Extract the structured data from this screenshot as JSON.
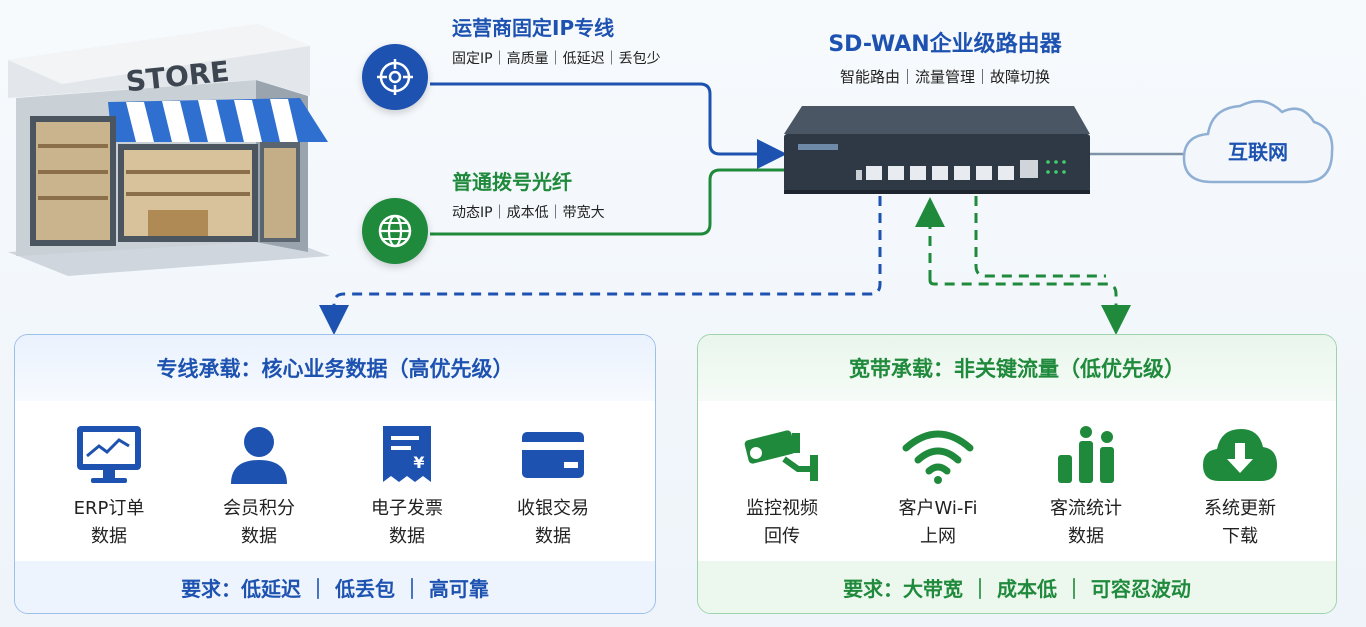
{
  "store": {
    "sign": "STORE"
  },
  "links": {
    "dedicated": {
      "title": "运营商固定IP专线",
      "sub": "固定IP｜高质量｜低延迟｜丢包少",
      "icon": "network-target-icon",
      "color": "#1d52b0"
    },
    "broadband": {
      "title": "普通拨号光纤",
      "sub": "动态IP｜成本低｜带宽大",
      "icon": "globe-icon",
      "color": "#1f8a3b"
    }
  },
  "router": {
    "title": "SD-WAN企业级路由器",
    "sub": "智能路由｜流量管理｜故障切换"
  },
  "internet": {
    "label": "互联网"
  },
  "panels": {
    "core": {
      "title": "专线承载：核心业务数据（高优先级）",
      "items": [
        {
          "icon": "monitor-chart-icon",
          "line1": "ERP订单",
          "line2": "数据"
        },
        {
          "icon": "user-icon",
          "line1": "会员积分",
          "line2": "数据"
        },
        {
          "icon": "invoice-icon",
          "line1": "电子发票",
          "line2": "数据"
        },
        {
          "icon": "credit-card-icon",
          "line1": "收银交易",
          "line2": "数据"
        }
      ],
      "requirement": "要求：低延迟 ｜ 低丢包 ｜ 高可靠"
    },
    "noncore": {
      "title": "宽带承载：非关键流量（低优先级）",
      "items": [
        {
          "icon": "cctv-camera-icon",
          "line1": "监控视频",
          "line2": "回传"
        },
        {
          "icon": "wifi-icon",
          "line1": "客户Wi-Fi",
          "line2": "上网"
        },
        {
          "icon": "bar-stats-icon",
          "line1": "客流统计",
          "line2": "数据"
        },
        {
          "icon": "cloud-download-icon",
          "line1": "系统更新",
          "line2": "下载"
        }
      ],
      "requirement": "要求：大带宽 ｜ 成本低 ｜ 可容忍波动"
    }
  },
  "colors": {
    "blue": "#1d52b0",
    "green": "#1f8a3b"
  }
}
